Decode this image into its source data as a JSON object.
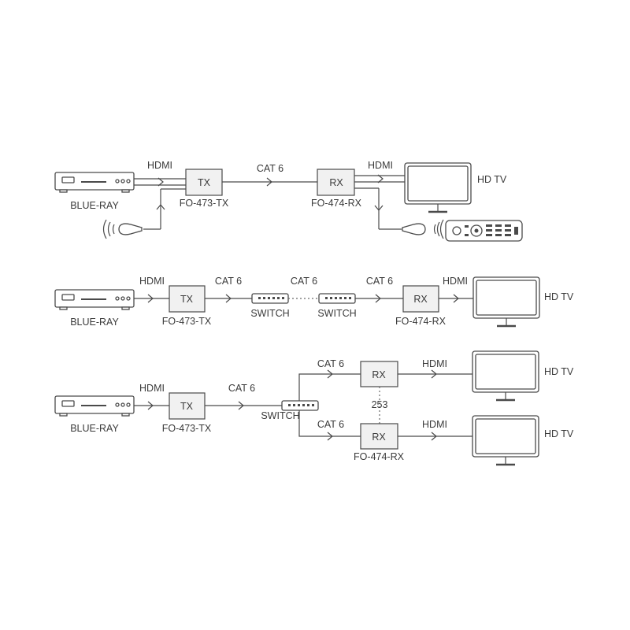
{
  "labels": {
    "hdmi": "HDMI",
    "cat6": "CAT 6",
    "tx": "TX",
    "rx": "RX",
    "tx_model": "FO-473-TX",
    "rx_model": "FO-474-RX",
    "source": "BLUE-RAY",
    "display": "HD TV",
    "switch": "SWITCH",
    "max_receivers": "253"
  }
}
